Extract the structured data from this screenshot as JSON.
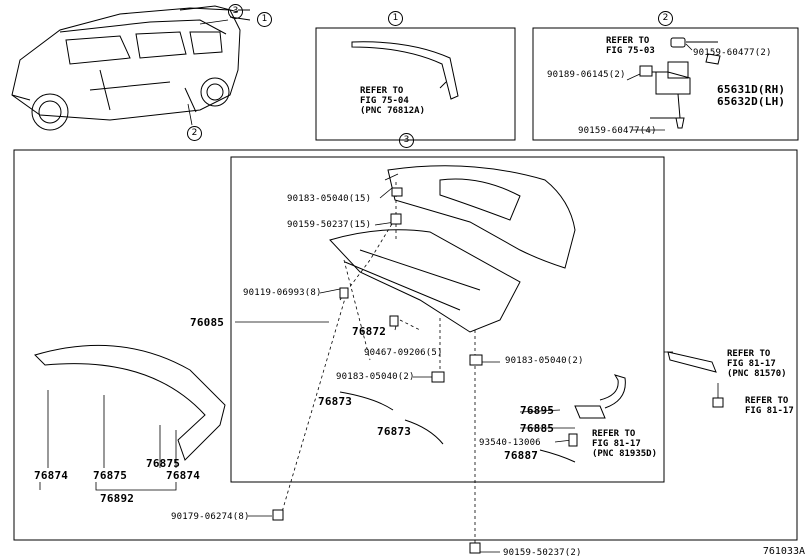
{
  "diagram_id": "761033A",
  "callouts": {
    "c1": "1",
    "c2": "2",
    "c3": "3"
  },
  "panel1": {
    "ref": "REFER TO\nFIG 75-04\n(PNC 76812A)"
  },
  "panel2": {
    "ref": "REFER TO\nFIG 75-03",
    "p1": "90159-60477(2)",
    "p2": "90189-06145(2)",
    "p3": "65631D(RH)",
    "p4": "65632D(LH)",
    "p5": "90159-60477(4)"
  },
  "main": {
    "a": "90183-05040(15)",
    "b": "90159-50237(15)",
    "c": "90119-06993(8)",
    "d": "76085",
    "e": "76872",
    "f": "90467-09206(5)",
    "g": "90183-05040(2)",
    "h": "90183-05040(2)",
    "i": "76873",
    "j": "76873",
    "k": "76895",
    "l": "76885",
    "m": "93540-13006",
    "n": "76887",
    "o": "REFER TO\nFIG 81-17\n(PNC 81935D)",
    "p": "REFER TO\nFIG 81-17\n(PNC 81570)",
    "q": "REFER TO\nFIG 81-17",
    "r": "76874",
    "s": "76875",
    "t": "76875",
    "u": "76874",
    "v": "76892",
    "w": "90179-06274(8)",
    "x": "90159-50237(2)"
  }
}
